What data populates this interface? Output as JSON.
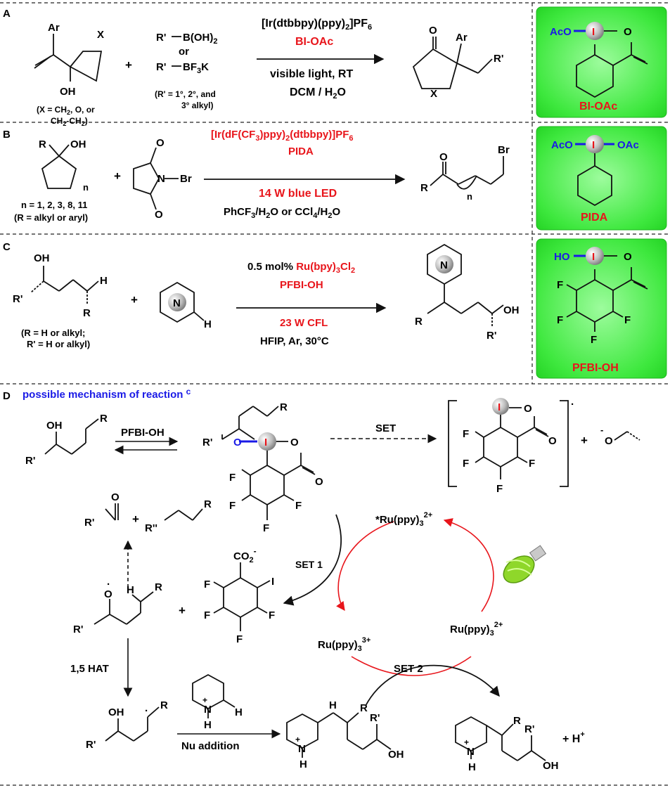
{
  "panels": {
    "A": {
      "letter": "A",
      "substrate": {
        "ar": "Ar",
        "x": "X",
        "oh": "OH",
        "note1": "(X = CH",
        "note1sub": "2",
        "note1b": ", O, or",
        "note2": "CH",
        "note2b": "-CH",
        "note2c": ")"
      },
      "plus": "+",
      "reagent": {
        "line1a": "R'",
        "line1b": "B(OH)",
        "line1sub": "2",
        "or": "or",
        "line2a": "R'",
        "line2b": "BF",
        "line2sub": "3",
        "line2c": "K",
        "note1": "(R' = 1°, 2°, and",
        "note2": "3° alkyl)"
      },
      "cond_top1": "[Ir(dtbbpy)(ppy)",
      "cond_top1sub": "2",
      "cond_top1b": "]PF",
      "cond_top1sub2": "6",
      "cond_top2": "BI-OAc",
      "cond_bot1": "visible light, RT",
      "cond_bot2": "DCM / H",
      "cond_bot2sub": "2",
      "cond_bot2b": "O",
      "product": {
        "o": "O",
        "ar": "Ar",
        "r": "R'",
        "x": "X"
      },
      "box": {
        "aco": "AcO",
        "i": "I",
        "o": "O",
        "label": "BI-OAc"
      }
    },
    "B": {
      "letter": "B",
      "substrate": {
        "r": "R",
        "oh": "OH",
        "n": "n",
        "note1": "n = 1, 2, 3, 8, 11",
        "note2": "(R = alkyl or aryl)"
      },
      "plus": "+",
      "reagent": {
        "n": "N",
        "br": "Br",
        "o1": "O",
        "o2": "O"
      },
      "cond_top1": "[Ir(dF(CF",
      "cond_top1sub": "3",
      "cond_top1b": ")ppy)",
      "cond_top1sub2": "2",
      "cond_top1c": "(dtbbpy)]PF",
      "cond_top1sub3": "6",
      "cond_top2": "PIDA",
      "cond_bot1": "14 W blue LED",
      "cond_bot2": "PhCF",
      "cond_bot2sub": "3",
      "cond_bot2b": "/H",
      "cond_bot2sub2": "2",
      "cond_bot2c": "O or CCl",
      "cond_bot2sub3": "4",
      "cond_bot2d": "/H",
      "cond_bot2sub4": "2",
      "cond_bot2e": "O",
      "product": {
        "o": "O",
        "r": "R",
        "n": "n",
        "br": "Br"
      },
      "box": {
        "aco": "AcO",
        "i": "I",
        "oac": "OAc",
        "label": "PIDA"
      }
    },
    "C": {
      "letter": "C",
      "substrate": {
        "oh": "OH",
        "rp": "R'",
        "h": "H",
        "r": "R",
        "note1": "(R = H or alkyl;",
        "note2": "R' = H or alkyl)"
      },
      "plus": "+",
      "pyridine": {
        "n": "N",
        "h": "H"
      },
      "cond_top1a": "0.5 mol% ",
      "cond_top1b": "Ru(bpy)",
      "cond_top1sub": "3",
      "cond_top1c": "Cl",
      "cond_top1sub2": "2",
      "cond_top2": "PFBI-OH",
      "cond_bot1": "23 W CFL",
      "cond_bot2": "HFIP, Ar, 30°C",
      "product": {
        "n": "N",
        "r": "R",
        "oh": "OH",
        "rp": "R'"
      },
      "box": {
        "ho": "HO",
        "i": "I",
        "o": "O",
        "f": "F",
        "label": "PFBI-OH"
      }
    },
    "D": {
      "letter": "D",
      "title_a": "possible ",
      "title_b": "mechanism of reaction ",
      "title_c": "c",
      "pfbi": "PFBI-OH",
      "set": "SET",
      "set1": "SET 1",
      "set2": "SET 2",
      "hat": "1,5 HAT",
      "nu": "Nu addition",
      "ru_excited": "*Ru(ppy)",
      "ru_excited_sub": "3",
      "ru_excited_sup": "2+",
      "ru3": "Ru(ppy)",
      "ru3_sub": "3",
      "ru3_sup": "3+",
      "ru2": "Ru(ppy)",
      "ru2_sub": "3",
      "ru2_sup": "2+",
      "hplus": "+ H",
      "hplus_sup": "+",
      "co2": "CO",
      "co2_sub": "2",
      "co2_sup": "-",
      "atoms": {
        "oh": "OH",
        "r": "R",
        "rp": "R'",
        "rpp": "R''",
        "o": "O",
        "i": "I",
        "f": "F",
        "h": "H",
        "n": "N",
        "plus": "+",
        "minus": "-",
        "dot": "·"
      }
    }
  },
  "colors": {
    "red": "#e8151b",
    "blue": "#1a1ae6",
    "green_box": "#3ee83e"
  }
}
